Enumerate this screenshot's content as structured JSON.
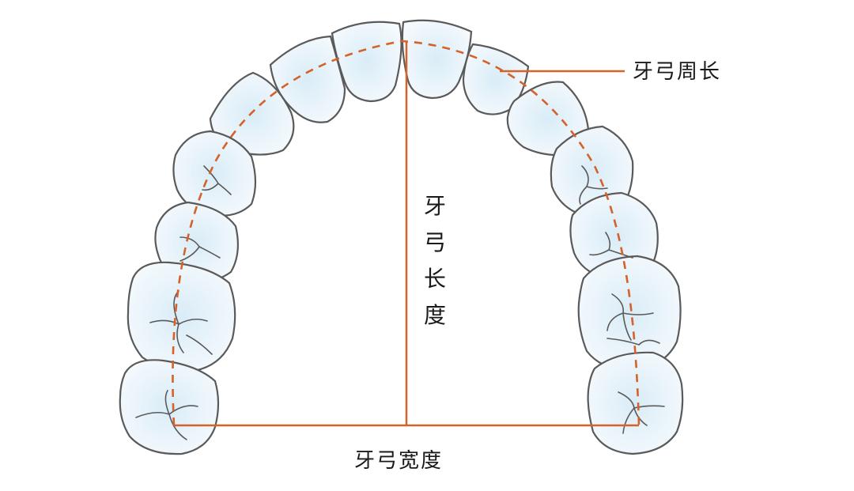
{
  "labels": {
    "arch_perimeter": "牙弓周长",
    "arch_length_chars": [
      "牙",
      "弓",
      "长",
      "度"
    ],
    "arch_width": "牙弓宽度"
  },
  "colors": {
    "measure_line": "#d4622a",
    "tooth_outline": "#5a5a5a",
    "tooth_fill_center": "#d9ecf7",
    "tooth_fill_edge": "#f4f9fc"
  }
}
